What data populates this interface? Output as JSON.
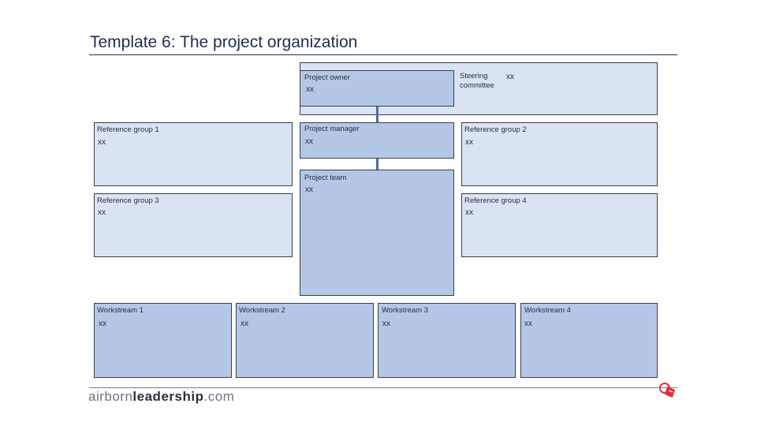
{
  "title": "Template 6: The project organization",
  "steering": {
    "label": "Steering committee",
    "value": "xx"
  },
  "owner": {
    "label": "Project owner",
    "value": "xx"
  },
  "manager": {
    "label": "Project manager",
    "value": "xx"
  },
  "team": {
    "label": "Project team",
    "value": "xx"
  },
  "ref1": {
    "label": "Reference group 1",
    "value": "xx"
  },
  "ref2": {
    "label": "Reference group 2",
    "value": "xx"
  },
  "ref3": {
    "label": "Reference group 3",
    "value": "xx"
  },
  "ref4": {
    "label": "Reference group 4",
    "value": "xx"
  },
  "ws1": {
    "label": "Workstream 1",
    "value": "xx"
  },
  "ws2": {
    "label": "Workstream 2",
    "value": "xx"
  },
  "ws3": {
    "label": "Workstream 3",
    "value": "xx"
  },
  "ws4": {
    "label": "Workstream 4",
    "value": "xx"
  },
  "brand": {
    "prefix": "airborn",
    "highlight": "leadership",
    "suffix": ".com"
  },
  "colors": {
    "title": "#1f2d4d",
    "light_fill": "#dae3f3",
    "dark_fill": "#b4c7e7",
    "connector": "#4a6fa5",
    "logo": "#e02f3b"
  }
}
